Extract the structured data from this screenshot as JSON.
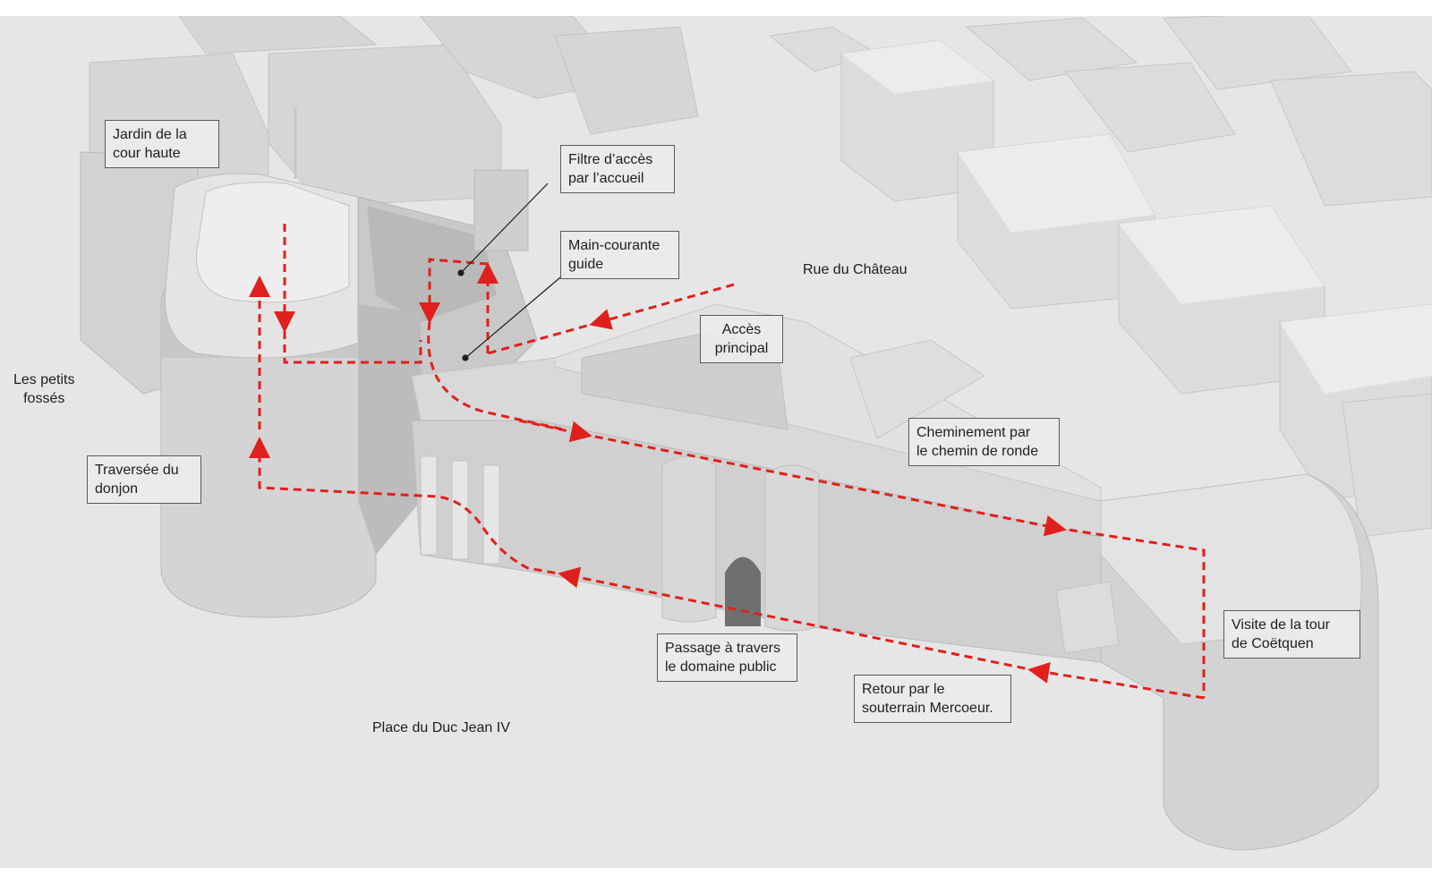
{
  "colors": {
    "route": "#e0201c",
    "ground": "#e6e6e6",
    "building": "#d9d9d9",
    "building_light": "#ebebeb",
    "building_dark": "#bdbdbd",
    "label_box_bg": "#ececec",
    "label_box_border": "#5a5a5a",
    "text": "#1e1e1e"
  },
  "place_labels": {
    "rue_du_chateau": "Rue du Château",
    "les_petits_fosses": "Les petits\nfossés",
    "place_du_duc": "Place du Duc Jean IV"
  },
  "callouts": {
    "jardin": "Jardin de la\ncour haute",
    "filtre": "Filtre d’accès\npar l’accueil",
    "main_courante": "Main-courante\nguide",
    "acces": "Accès\nprincipal",
    "traversee": "Traversée du\ndonjon",
    "cheminement": "Cheminement par\nle chemin de ronde",
    "passage": "Passage à travers\nle domaine public",
    "retour": "Retour par le\nsouterrain Mercoeur.",
    "visite": "Visite de la tour\nde Coëtquen"
  }
}
